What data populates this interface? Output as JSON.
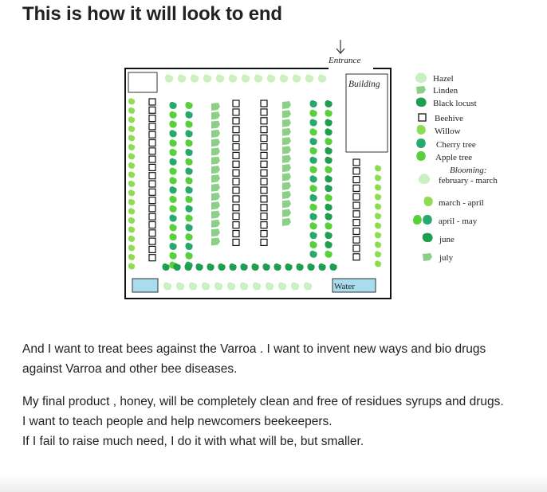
{
  "heading": "This is how it will look to end",
  "plan": {
    "entrance_label": "Entrance",
    "building_label": "Building",
    "water_label": "Water",
    "colors": {
      "hazel": "#c9f0c0",
      "linden": "#8ccf86",
      "black_locust": "#1e9e4e",
      "willow": "#8ddc52",
      "cherry_tree": "#27a86c",
      "apple_tree": "#57d03c",
      "water": "#a8dcee"
    }
  },
  "legend": {
    "items": [
      {
        "label": "Hazel",
        "icon": "hazel-icon"
      },
      {
        "label": "Linden",
        "icon": "linden-icon"
      },
      {
        "label": "Black locust",
        "icon": "black-locust-icon"
      },
      {
        "label": "Beehive",
        "icon": "beehive-icon"
      },
      {
        "label": "Willow",
        "icon": "willow-icon"
      },
      {
        "label": "Cherry tree",
        "icon": "cherry-tree-icon"
      },
      {
        "label": "Apple tree",
        "icon": "apple-tree-icon"
      }
    ],
    "blooming_title": "Blooming:",
    "blooming": [
      {
        "label": "february - march",
        "icon": "hazel-icon"
      },
      {
        "label": "march - april",
        "icon": "willow-icon"
      },
      {
        "label": "april - may",
        "icon": "cherry-apple-icon"
      },
      {
        "label": "june",
        "icon": "black-locust-icon"
      },
      {
        "label": "july",
        "icon": "linden-icon"
      }
    ]
  },
  "paragraphs": {
    "p1": "And I want to treat bees against the Varroa . I want to invent new ways and bio drugs against Varroa and other bee diseases.",
    "p2_lines": [
      "My final product , honey, will be completely clean and free of residues syrups and drugs.",
      "I want to teach people and help newcomers beekeepers.",
      "If I fail to raise much need, I do it with what will be, but smaller."
    ]
  }
}
